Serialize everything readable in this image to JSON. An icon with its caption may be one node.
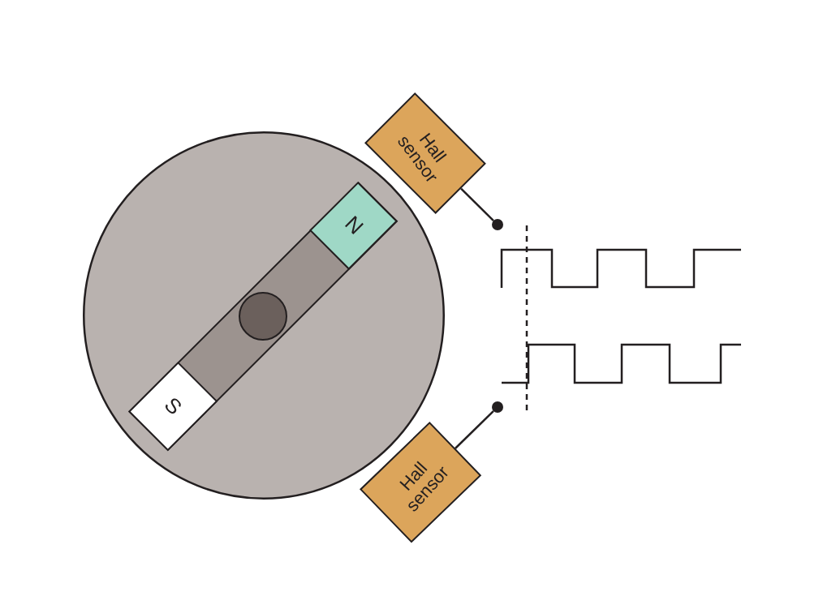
{
  "diagram": {
    "nodes": [
      {
        "text": [],
        "shape": "circle"
      },
      {
        "text": [],
        "shape": "bar",
        "in": 0
      },
      {
        "text": [
          "N"
        ],
        "in": 1
      },
      {
        "text": [
          "S"
        ],
        "in": 1
      },
      {
        "text": [
          "Hall sensor"
        ]
      },
      {
        "text": [],
        "shape": "circle"
      },
      {
        "text": [
          "Hall sensor"
        ]
      },
      {
        "text": [],
        "shape": "circle"
      }
    ],
    "edges": [
      {
        "from": 4,
        "to": 5,
        "arrow": "none"
      },
      {
        "from": 6,
        "to": 7,
        "arrow": "none"
      }
    ]
  }
}
